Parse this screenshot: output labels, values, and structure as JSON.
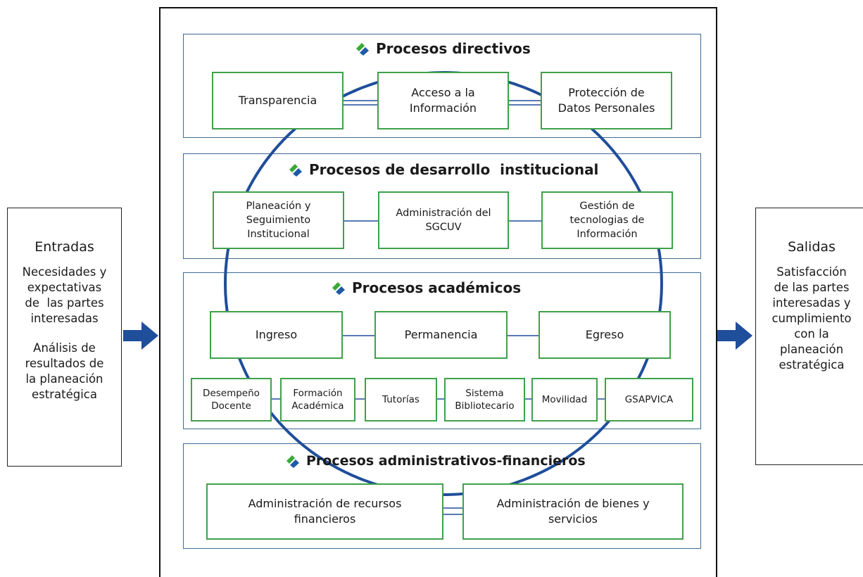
{
  "left": {
    "title": "Entradas",
    "lines_a": [
      "Necesidades y",
      "expectativas",
      "de  las partes",
      "interesadas"
    ],
    "lines_b": [
      "Análisis de",
      "resultados de",
      "la planeación",
      "estratégica"
    ]
  },
  "right": {
    "title": "Salidas",
    "lines": [
      "Satisfacción",
      "de las partes",
      "interesadas y",
      "cumplimiento",
      "con la",
      "planeación",
      "estratégica"
    ]
  },
  "sections": {
    "directivos": {
      "title": "Procesos directivos",
      "p1": [
        "Transparencia"
      ],
      "p2": [
        "Acceso a la",
        "Información"
      ],
      "p3": [
        "Protección de",
        "Datos Personales"
      ]
    },
    "desarrollo": {
      "title": "Procesos de desarrollo  institucional",
      "p1": [
        "Planeación y",
        "Seguimiento",
        "Institucional"
      ],
      "p2": [
        "Administración del",
        "SGCUV"
      ],
      "p3": [
        "Gestión de",
        "tecnologias de",
        "Información"
      ]
    },
    "academicos": {
      "title": "Procesos académicos",
      "p1": [
        "Ingreso"
      ],
      "p2": [
        "Permanencia"
      ],
      "p3": [
        "Egreso"
      ],
      "s1": [
        "Desempeño",
        "Docente"
      ],
      "s2": [
        "Formación",
        "Académica"
      ],
      "s3": [
        "Tutorías"
      ],
      "s4": [
        "Sistema",
        "Bibliotecario"
      ],
      "s5": [
        "Movilidad"
      ],
      "s6": [
        "GSAPVICA"
      ]
    },
    "administrativos": {
      "title": "Procesos administrativos-financieros",
      "p1": [
        "Administración de recursos",
        "financieros"
      ],
      "p2": [
        "Administración de bienes y",
        "servicios"
      ]
    }
  },
  "colors": {
    "accent_blue": "#1f4e9a",
    "section_border": "#3c6a93",
    "process_border": "#3fa14a",
    "logo_green": "#3aaa35",
    "logo_blue": "#1f5aa8"
  },
  "icons": [
    "uv-logo-icon",
    "right-arrow-icon"
  ]
}
